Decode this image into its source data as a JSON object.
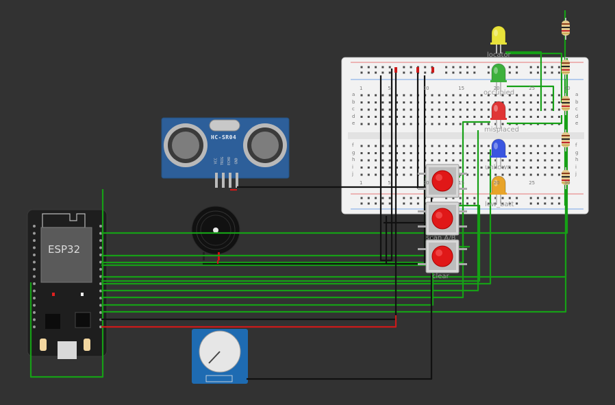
{
  "board": {
    "esp32_label": "ESP32",
    "sensor_label": "HC-SR04",
    "sensor_pins": [
      "VCC",
      "TRIG",
      "ECHO",
      "GND"
    ]
  },
  "leds": [
    {
      "label": "locator",
      "color": "#e8e23a"
    },
    {
      "label": "occupied",
      "color": "#3db03d"
    },
    {
      "label": "misplaced",
      "color": "#e03535"
    },
    {
      "label": "unkown",
      "color": "#3a55e0"
    },
    {
      "label": "low_batt",
      "color": "#e8a42a"
    }
  ],
  "buttons": [
    {
      "label": ""
    },
    {
      "label": "scan A/B"
    },
    {
      "label": "clear"
    }
  ],
  "breadboard": {
    "column_numbers": [
      "1",
      "5",
      "10",
      "15",
      "20",
      "25",
      "30"
    ],
    "row_letters_top": [
      "a",
      "b",
      "c",
      "d",
      "e"
    ],
    "row_letters_bottom": [
      "f",
      "g",
      "h",
      "i",
      "j"
    ]
  },
  "colors": {
    "background": "#323232",
    "wire_green": "#16a016",
    "wire_black": "#111111",
    "wire_red": "#cc1a1a",
    "breadboard": "#f2f2f2",
    "sensor_board": "#2d5f9a",
    "esp_board": "#1e1e1e"
  }
}
